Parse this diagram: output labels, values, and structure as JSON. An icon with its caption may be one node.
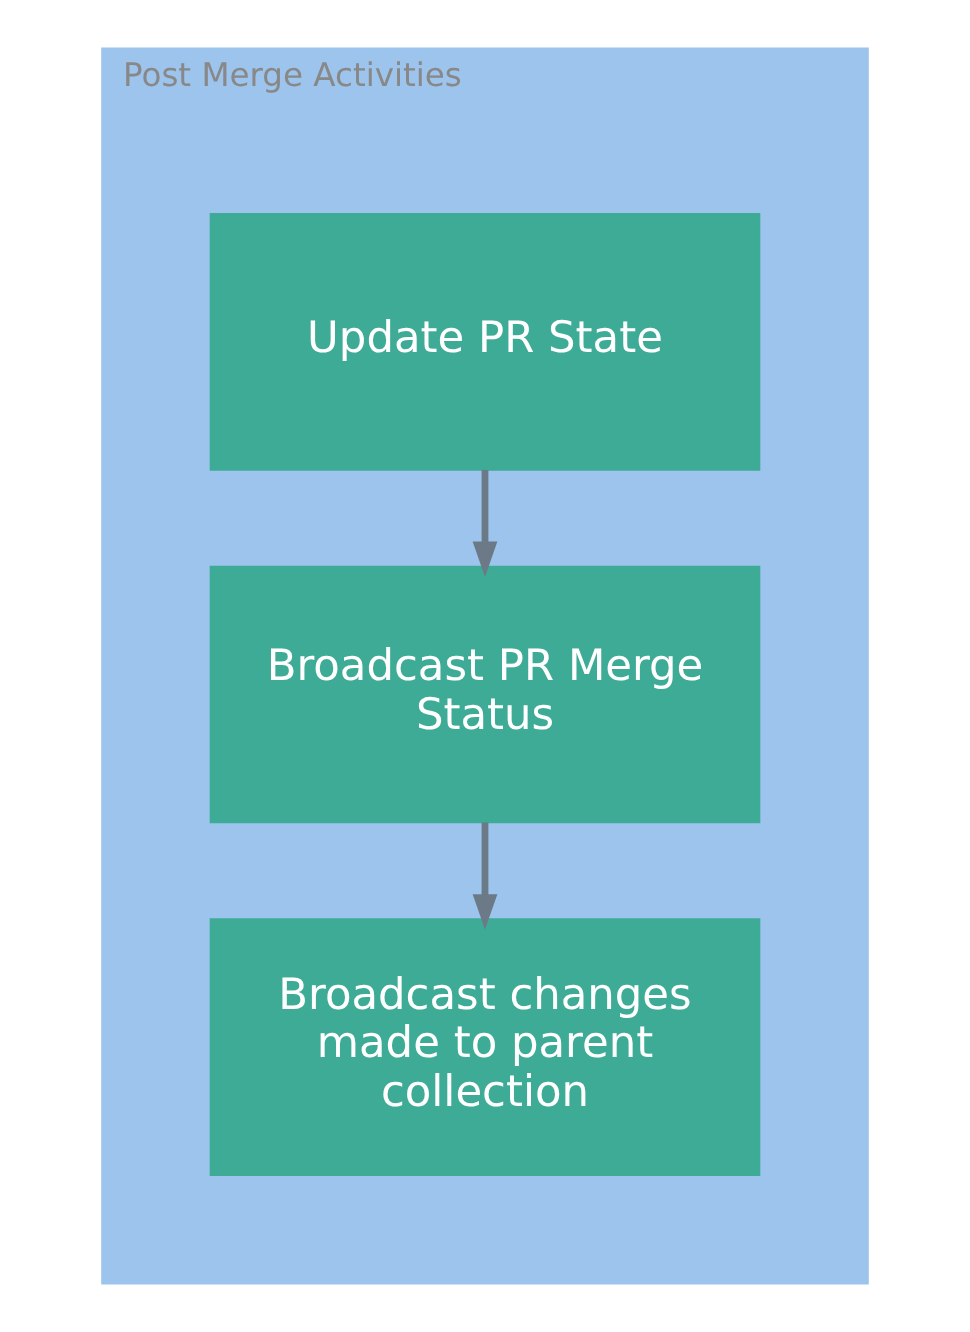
{
  "diagram": {
    "nodes": [
      {
        "text": [
          "Post Merge Activities"
        ]
      },
      {
        "text": [
          "Update PR State"
        ],
        "in": 0
      },
      {
        "text": [
          "Broadcast PR Merge Status"
        ],
        "in": 0
      },
      {
        "text": [
          "Broadcast changes made to parent collection"
        ],
        "in": 0
      }
    ],
    "edges": [
      {
        "from": 1,
        "to": 2,
        "arrow": "to"
      },
      {
        "from": 2,
        "to": 3,
        "arrow": "to"
      }
    ]
  }
}
